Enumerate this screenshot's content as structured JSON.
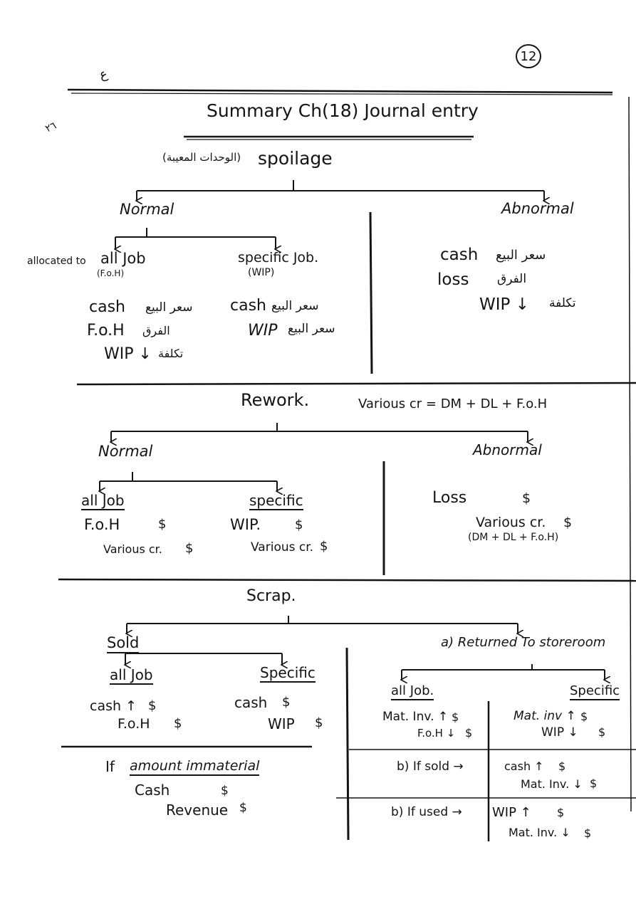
{
  "page": {
    "number": "12"
  },
  "header": {
    "title": "Summary Ch(18) Journal entry",
    "margin_mark_1": "ع",
    "margin_mark_2": "٢٦"
  },
  "spoilage": {
    "title_arabic": "(الوحدات المعيبة)",
    "title": "spoilage",
    "normal": {
      "label": "Normal",
      "allocated_note": "allocated to",
      "all_job": {
        "label": "all Job",
        "sub": "(F.o.H)",
        "entries": [
          {
            "account": "cash",
            "arabic": "سعر البيع"
          },
          {
            "account": "F.o.H",
            "arabic": "الفرق"
          },
          {
            "account": "WIP ↓",
            "arabic": "تكلفة"
          }
        ]
      },
      "specific_job": {
        "label": "specific Job.",
        "sub": "(WIP)",
        "entries": [
          {
            "account": "cash",
            "arabic": "سعر البيع"
          },
          {
            "account": "WIP",
            "arabic": "سعر البيع"
          }
        ]
      }
    },
    "abnormal": {
      "label": "Abnormal",
      "entries": [
        {
          "account": "cash",
          "arabic": "سعر البيع"
        },
        {
          "account": "loss",
          "arabic": "الفرق"
        },
        {
          "account": "WIP ↓",
          "arabic": "تكلفة"
        }
      ]
    }
  },
  "rework": {
    "title": "Rework.",
    "various_note": "Various cr = DM + DL + F.o.H",
    "normal": {
      "label": "Normal",
      "all_job": {
        "label": "all Job",
        "entries": [
          {
            "account": "F.o.H",
            "amount": "$"
          },
          {
            "account": "Various cr.",
            "amount": "$"
          }
        ]
      },
      "specific": {
        "label": "specific",
        "entries": [
          {
            "account": "WIP.",
            "amount": "$"
          },
          {
            "account": "Various cr.",
            "amount": "$"
          }
        ]
      }
    },
    "abnormal": {
      "label": "Abnormal",
      "entries": [
        {
          "account": "Loss",
          "amount": "$"
        },
        {
          "account": "Various cr.",
          "amount": "$"
        }
      ],
      "note": "(DM + DL + F.o.H)"
    }
  },
  "scrap": {
    "title": "Scrap.",
    "sold": {
      "label": "Sold",
      "all_job": {
        "label": "all Job",
        "entries": [
          {
            "account": "cash ↑",
            "amount": "$"
          },
          {
            "account": "F.o.H",
            "amount": "$"
          }
        ]
      },
      "specific": {
        "label": "Specific",
        "entries": [
          {
            "account": "cash",
            "amount": "$"
          },
          {
            "account": "WIP",
            "amount": "$"
          }
        ]
      },
      "immaterial": {
        "label_prefix": "If",
        "label": "amount immaterial",
        "entries": [
          {
            "account": "Cash",
            "amount": "$"
          },
          {
            "account": "Revenue",
            "amount": "$"
          }
        ]
      }
    },
    "returned": {
      "label": "a) Returned To storeroom",
      "all_job": {
        "label": "all Job.",
        "entries": [
          {
            "account": "Mat. Inv. ↑",
            "amount": "$"
          },
          {
            "account": "F.o.H ↓",
            "amount": "$"
          }
        ]
      },
      "specific": {
        "label": "Specific",
        "entries": [
          {
            "account": "Mat. inv ↑",
            "amount": "$"
          },
          {
            "account": "WIP ↓",
            "amount": "$"
          }
        ]
      },
      "if_sold": {
        "label": "b) If sold →",
        "entries": [
          {
            "account": "cash ↑",
            "amount": "$"
          },
          {
            "account": "Mat. Inv. ↓",
            "amount": "$"
          }
        ]
      },
      "if_used": {
        "label": "b) If used →",
        "entries": [
          {
            "account": "WIP ↑",
            "amount": "$"
          },
          {
            "account": "Mat. Inv. ↓",
            "amount": "$"
          }
        ]
      }
    }
  }
}
